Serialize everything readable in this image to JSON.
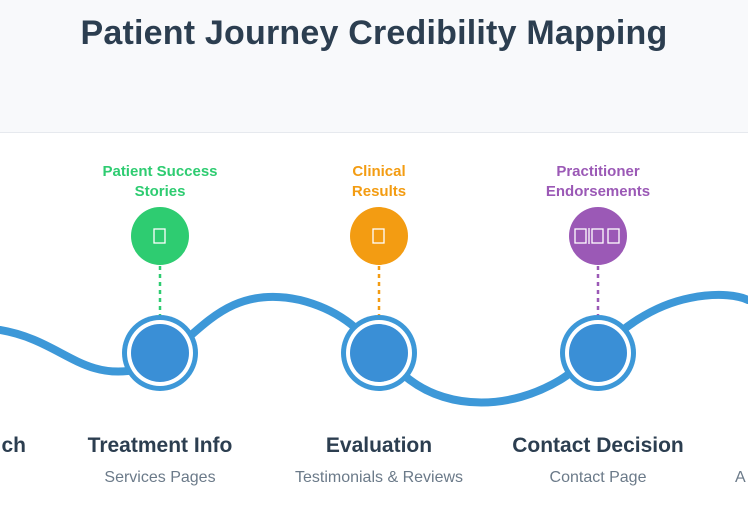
{
  "title": "Patient Journey Credibility Mapping",
  "colors": {
    "path": "#3d98d8",
    "node_fill": "#3a8fd6",
    "node_ring": "#3d98d8",
    "success": "#2ecc71",
    "clinical": "#f39c12",
    "practitioner": "#9b59b6",
    "stage_text": "#2c3e50",
    "sub_text": "#6b7a89"
  },
  "stages": [
    {
      "name": "ch",
      "sub": ""
    },
    {
      "name": "Treatment Info",
      "sub": "Services Pages"
    },
    {
      "name": "Evaluation",
      "sub": "Testimonials & Reviews"
    },
    {
      "name": "Contact Decision",
      "sub": "Contact Page"
    },
    {
      "name": "",
      "sub": "A"
    }
  ],
  "callouts": [
    {
      "line1": "Patient Success",
      "line2": "Stories",
      "icon": "star-icon",
      "color": "#2ecc71"
    },
    {
      "line1": "Clinical",
      "line2": "Results",
      "icon": "chart-icon",
      "color": "#f39c12"
    },
    {
      "line1": "Practitioner",
      "line2": "Endorsements",
      "icon": "doctor-icon",
      "color": "#9b59b6"
    }
  ]
}
